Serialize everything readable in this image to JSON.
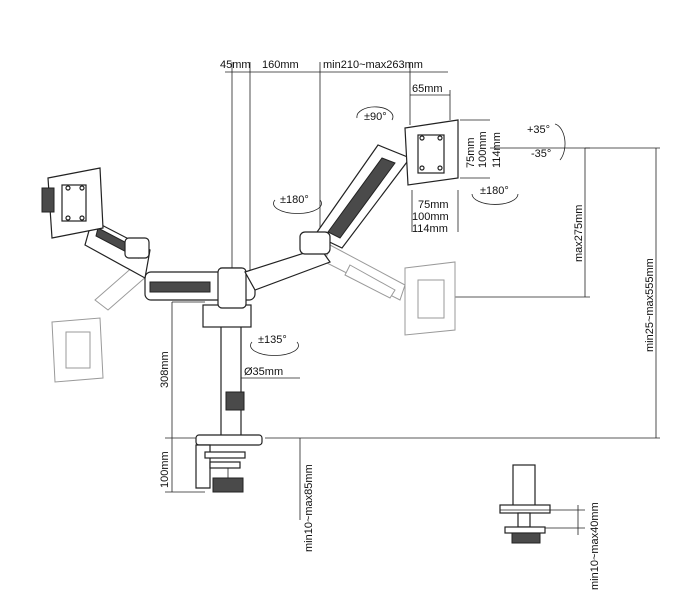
{
  "dimensions": {
    "d45": "45mm",
    "d160": "160mm",
    "arm_reach": "min210~max263mm",
    "d65": "65mm",
    "rot90": "±90°",
    "tilt_up": "+35°",
    "tilt_down": "-35°",
    "vesa_75_v": "75mm",
    "vesa_100_v": "100mm",
    "vesa_114_v": "114mm",
    "vesa_75_h": "75mm",
    "vesa_100_h": "100mm",
    "vesa_114_h": "114mm",
    "swivel_right": "±180°",
    "swivel_elbow": "±180°",
    "pole_rotation": "±135°",
    "max_height_275": "max275mm",
    "height_range": "min25~max555mm",
    "pole_308": "308mm",
    "pole_diameter": "Ø35mm",
    "clamp_100": "100mm",
    "clamp_desk": "min10~max85mm",
    "grommet_desk": "min10~max40mm"
  },
  "colors": {
    "line": "#222222",
    "ghost": "#9a9a9a",
    "dark_part": "#4a4a4a"
  }
}
